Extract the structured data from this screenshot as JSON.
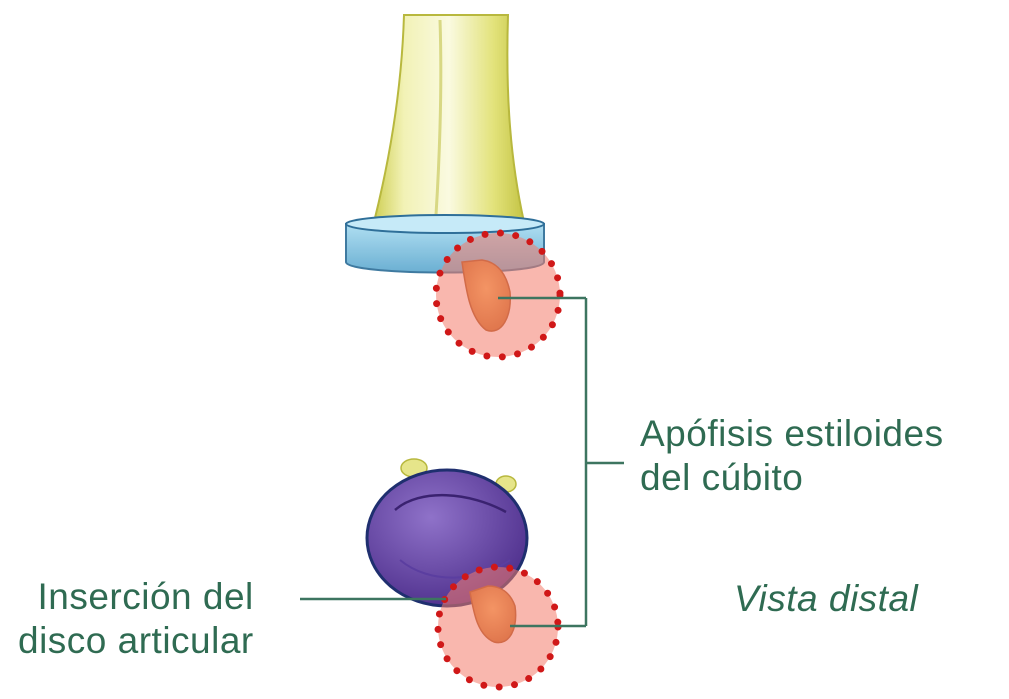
{
  "labels": {
    "styloid": {
      "line1": "Apófisis estiloides",
      "line2": "del cúbito"
    },
    "insertion": {
      "line1": "Inserción del",
      "line2": "disco articular"
    },
    "view": "Vista distal"
  },
  "colors": {
    "label_text": "#2f6b52",
    "leader_line": "#3d7560",
    "bone_shaft": "#e6e58a",
    "disc_cap": "#7fc2e0",
    "highlight_fill": "#f47b6c",
    "highlight_dots": "#d01818",
    "distal_head": "#6c4aa8",
    "styloid_process": "#e79a3d"
  }
}
